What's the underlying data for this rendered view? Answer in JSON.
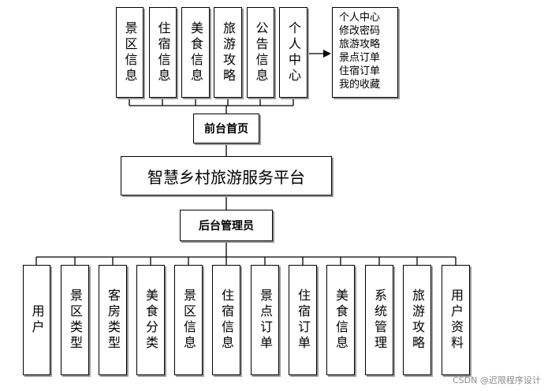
{
  "front": {
    "modules": [
      "景区信息",
      "住宿信息",
      "美食信息",
      "旅游攻略",
      "公告信息",
      "个人中心"
    ],
    "personal_center_items": [
      "个人中心",
      "修改密码",
      "旅游攻略",
      "景点订单",
      "住宿订单",
      "我的收藏"
    ],
    "label": "前台首页"
  },
  "platform": {
    "title": "智慧乡村旅游服务平台"
  },
  "back": {
    "label": "后台管理员",
    "modules": [
      "用户",
      "景区类型",
      "客房类型",
      "美食分类",
      "景区信息",
      "住宿信息",
      "景点订单",
      "住宿订单",
      "美食信息",
      "系统管理",
      "旅游攻略",
      "用户资料"
    ]
  },
  "watermark": "CSDN @迟限程序设计"
}
